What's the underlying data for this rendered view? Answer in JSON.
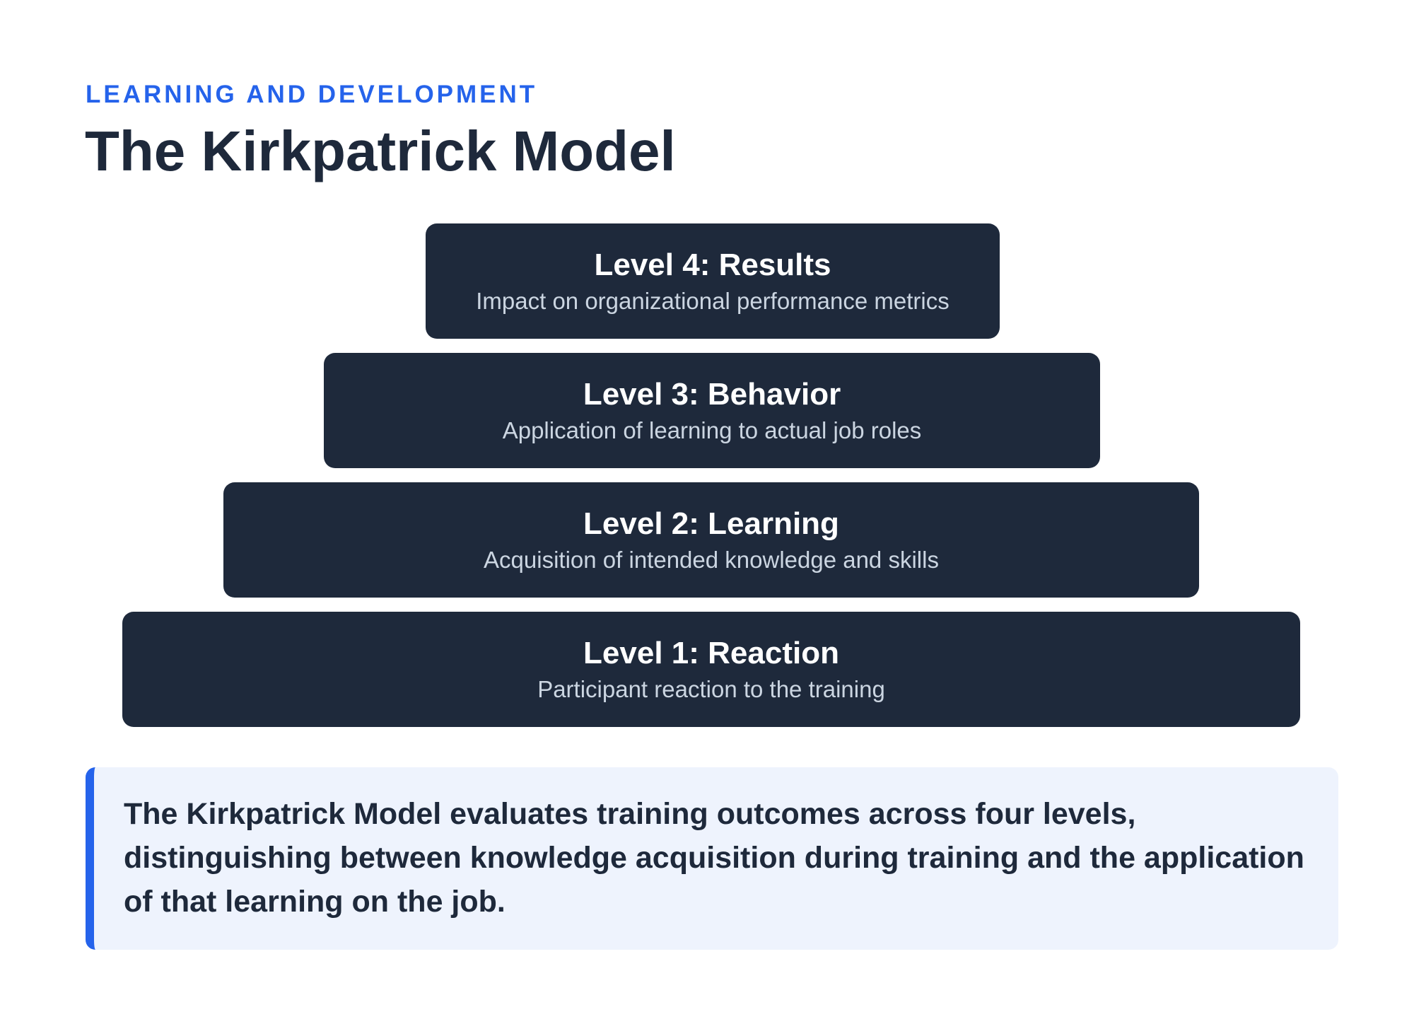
{
  "header": {
    "eyebrow": "LEARNING AND DEVELOPMENT",
    "title": "The Kirkpatrick Model"
  },
  "levels": [
    {
      "id": "level-4",
      "title": "Level 4: Results",
      "description": "Impact on organizational performance metrics"
    },
    {
      "id": "level-3",
      "title": "Level 3: Behavior",
      "description": "Application of learning to actual job roles"
    },
    {
      "id": "level-2",
      "title": "Level 2: Learning",
      "description": "Acquisition of intended knowledge and skills"
    },
    {
      "id": "level-1",
      "title": "Level 1: Reaction",
      "description": "Participant reaction to the training"
    }
  ],
  "summary": {
    "text": "The Kirkpatrick Model evaluates training outcomes across four levels, distinguishing between knowledge acquisition during training and the application of that learning on the job."
  },
  "colors": {
    "accent": "#2563eb",
    "level_background": "#1e293b",
    "summary_background": "#eef3fd",
    "text_dark": "#1e293b"
  }
}
